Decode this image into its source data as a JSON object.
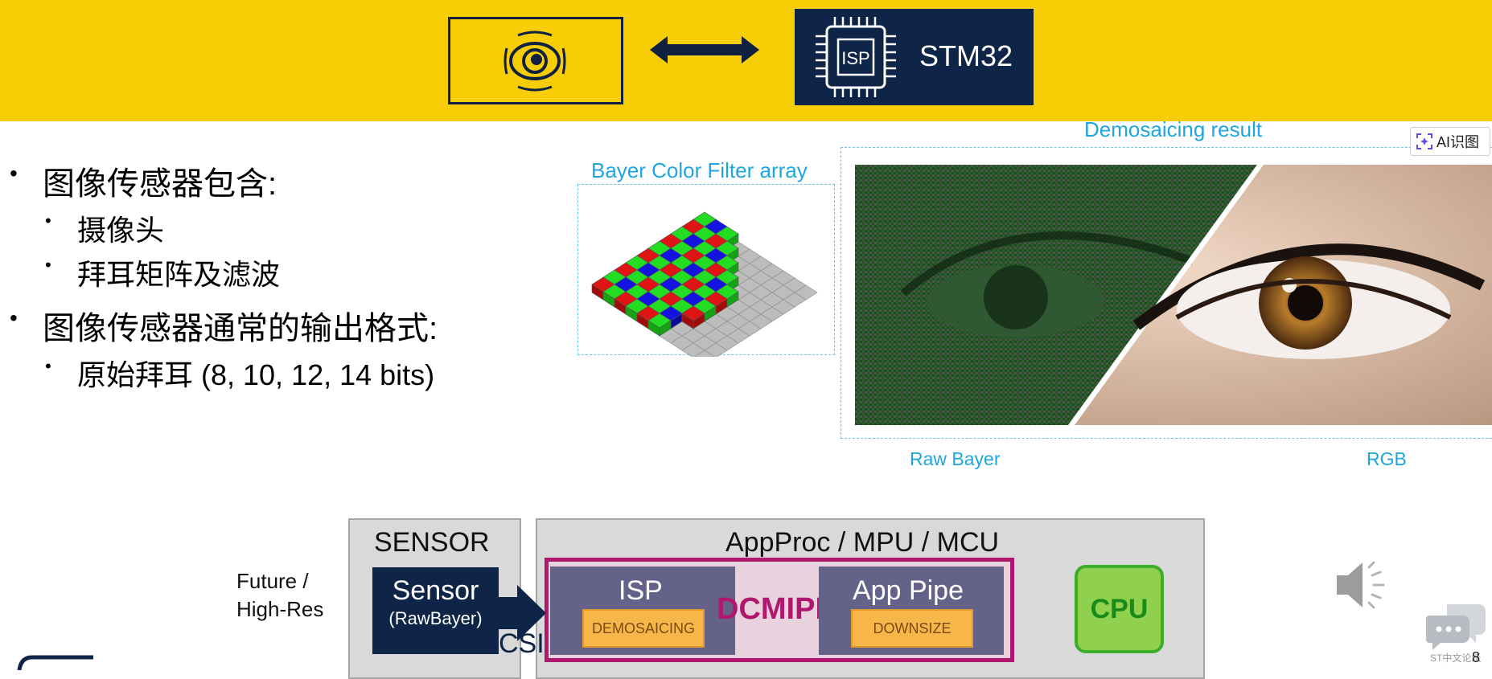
{
  "banner": {
    "stm_label": "STM32",
    "isp_chip_label": "ISP"
  },
  "bullets": {
    "item1": "图像传感器包含:",
    "item1_sub1": "摄像头",
    "item1_sub2": "拜耳矩阵及滤波",
    "item2": "图像传感器通常的输出格式:",
    "item2_sub1": "原始拜耳  (8, 10, 12, 14 bits)"
  },
  "bayer": {
    "caption": "Bayer Color Filter array"
  },
  "demosaic": {
    "caption": "Demosaicing result",
    "left_label": "Raw Bayer",
    "right_label": "RGB"
  },
  "ai_button": {
    "label": "AI识图"
  },
  "diagram": {
    "future_line1": "Future /",
    "future_line2": "High-Res",
    "sensor_panel_title": "SENSOR",
    "sensor_block_line1": "Sensor",
    "sensor_block_line2": "(RawBayer)",
    "csi_label": "CSI",
    "app_panel_title": "AppProc / MPU / MCU",
    "isp_title": "ISP",
    "isp_sub": "DEMOSAICING",
    "dcmipp_label": "DCMIPP",
    "pipe_title": "App Pipe",
    "pipe_sub": "DOWNSIZE",
    "cpu_label": "CPU"
  },
  "footer": {
    "watermark": "ST中文论坛",
    "page_number": "8"
  },
  "colors": {
    "banner_yellow": "#F7CD06",
    "st_navy": "#0F2548",
    "caption_blue": "#1FA6DF",
    "dcmipp_magenta": "#B0176E",
    "block_purple": "#65628A",
    "orange_box": "#F7B64A",
    "cpu_green": "#8FD14F"
  },
  "icons": [
    "eye-icon",
    "double-arrow-icon",
    "isp-chip-icon",
    "ai-scan-icon",
    "speaker-icon",
    "chat-bubble-icon",
    "st-logo-icon"
  ]
}
